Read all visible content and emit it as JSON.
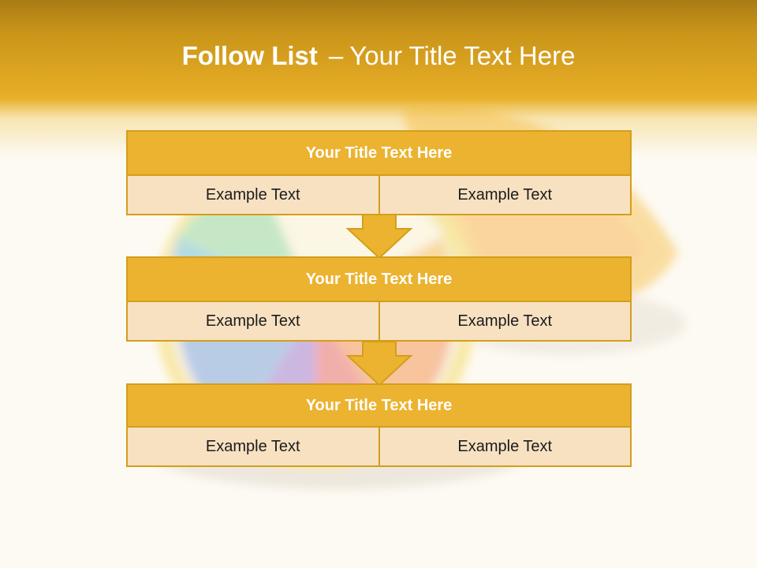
{
  "slide": {
    "title_bold": "Follow List",
    "title_dash": "–",
    "title_rest": "Your Title Text Here"
  },
  "steps": [
    {
      "title": "Your Title Text Here",
      "left": "Example Text",
      "right": "Example Text"
    },
    {
      "title": "Your Title Text Here",
      "left": "Example Text",
      "right": "Example Text"
    },
    {
      "title": "Your Title Text Here",
      "left": "Example Text",
      "right": "Example Text"
    }
  ],
  "colors": {
    "accent": "#ecb330",
    "border": "#d49e1b",
    "cell_fill": "#f7e1c1",
    "header_dark": "#a87b14"
  },
  "icons": {
    "connector": "down-arrow-icon",
    "background": "citrus-slice-image"
  }
}
